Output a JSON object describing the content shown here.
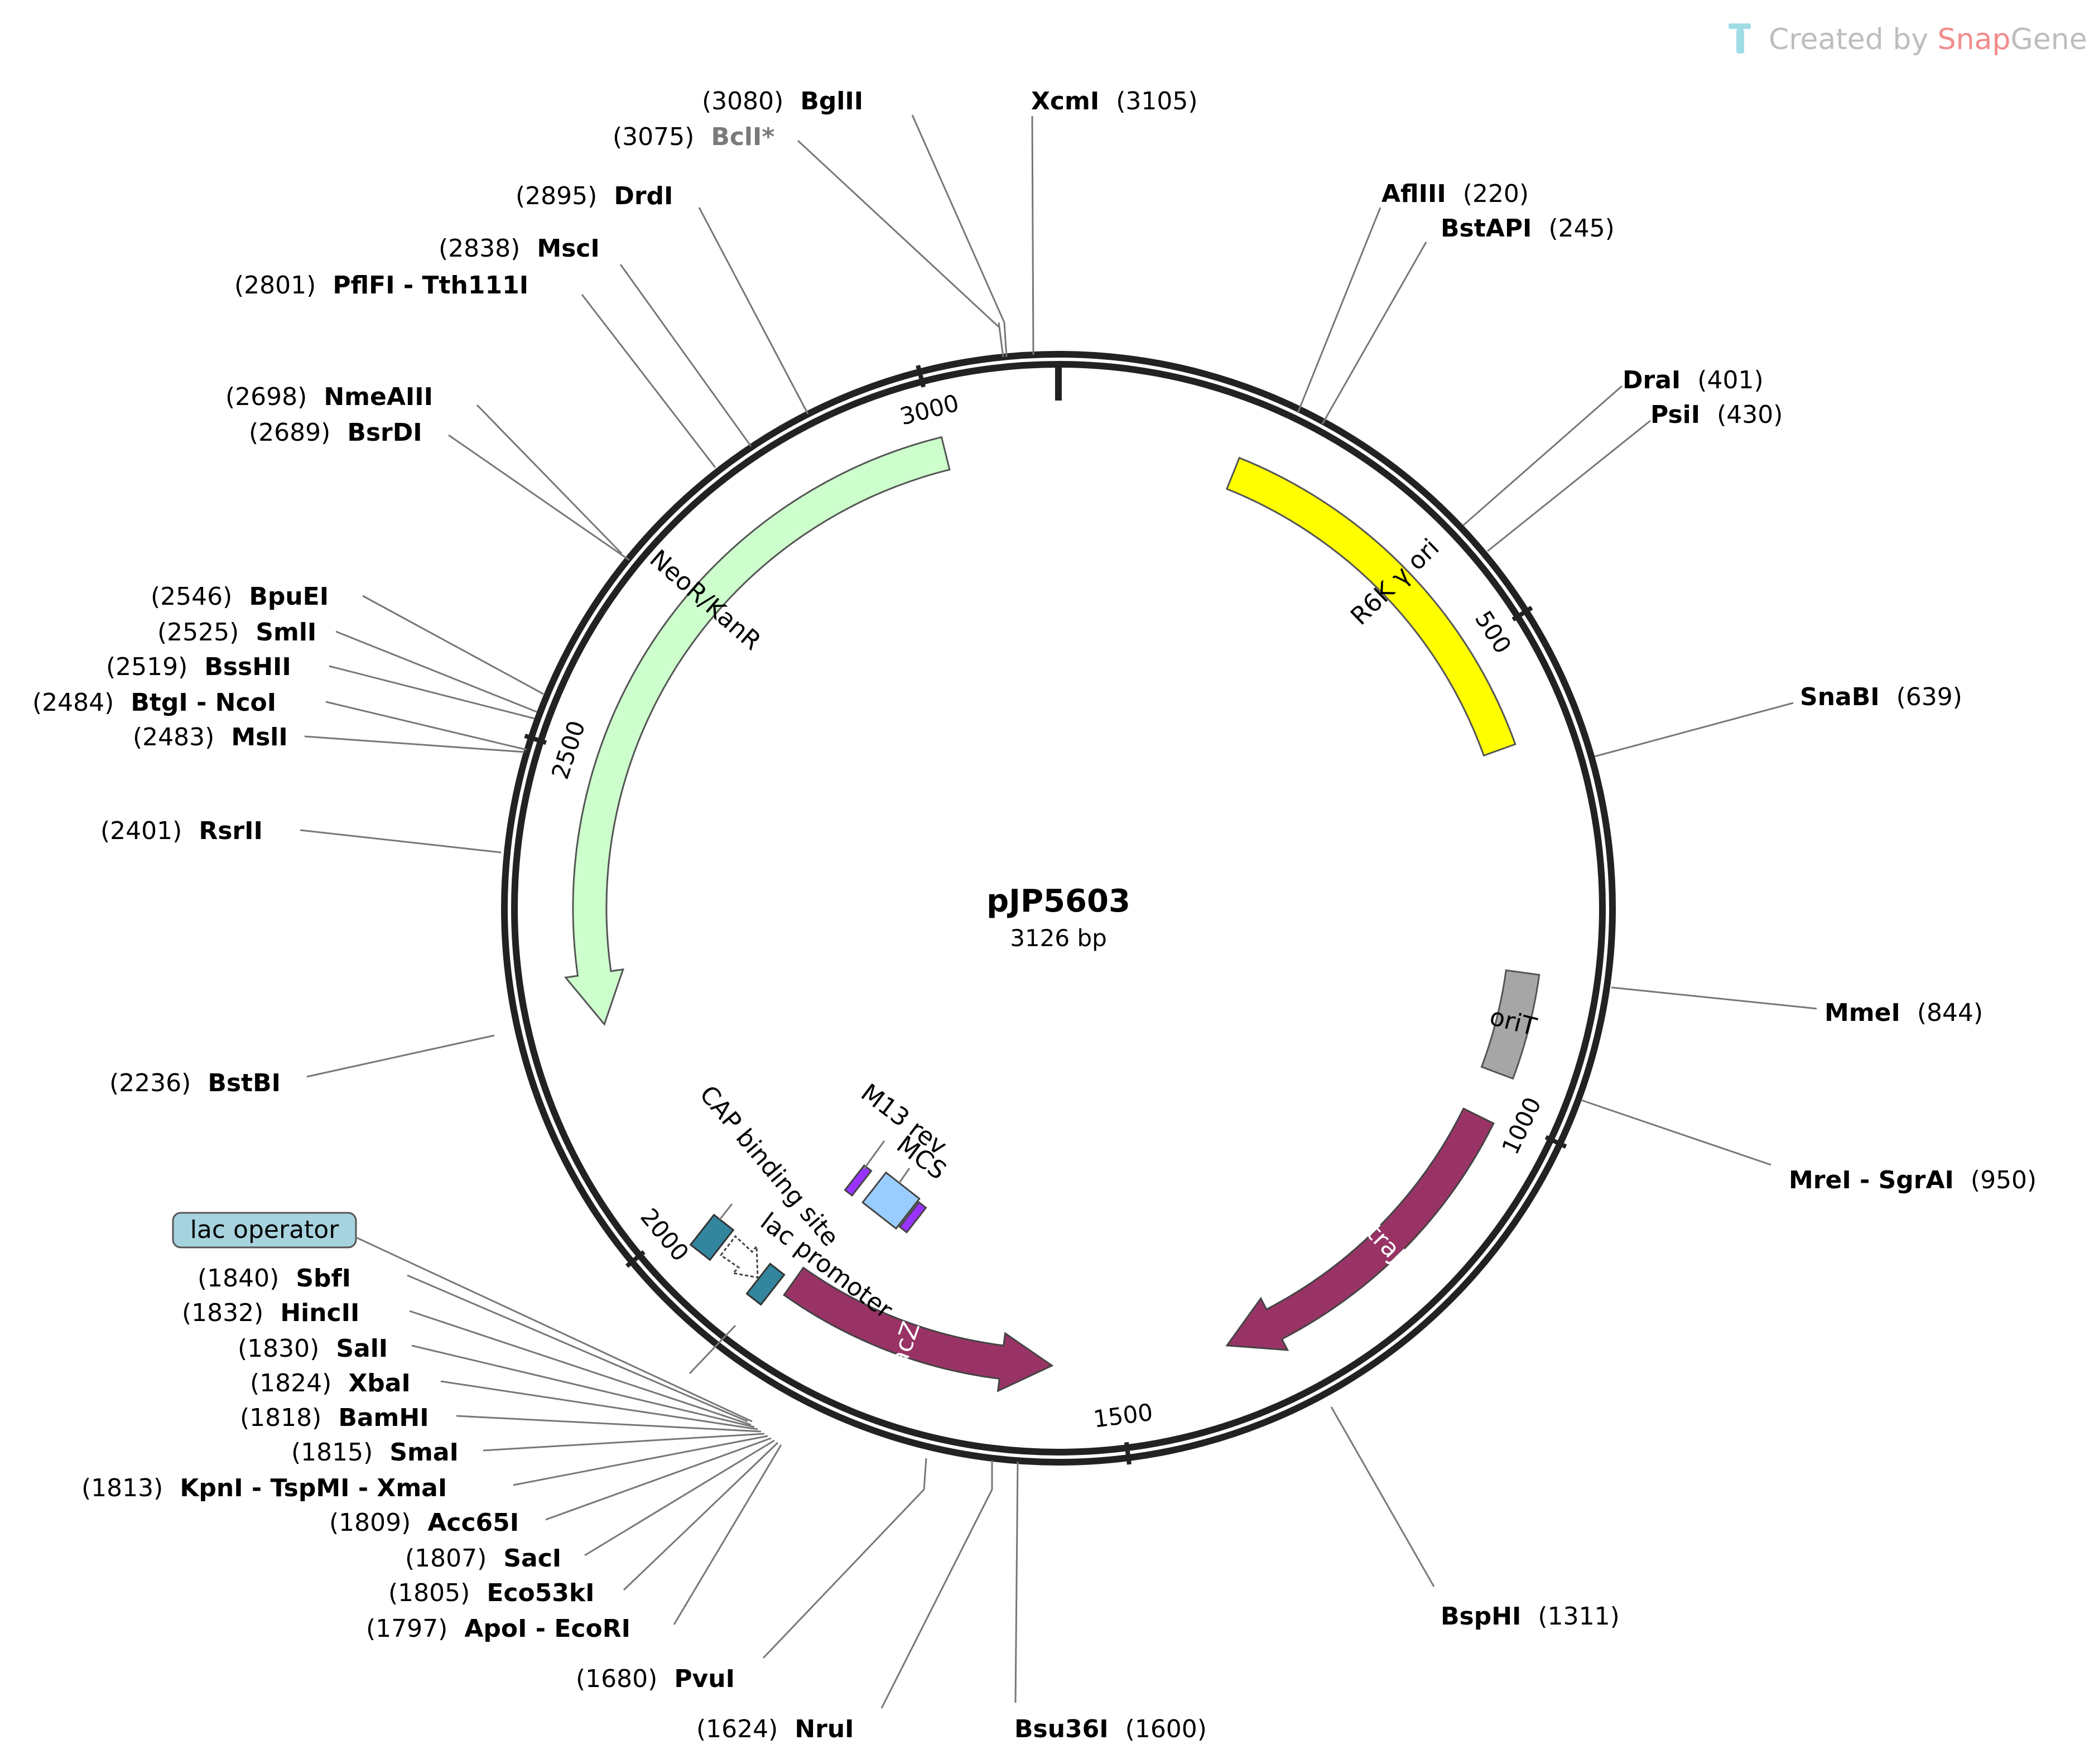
{
  "plasmid": {
    "name": "pJP5603",
    "length_label": "3126 bp",
    "length": 3126
  },
  "watermark": {
    "prefix": "Created by ",
    "brand1": "Snap",
    "brand2": "Gene"
  },
  "ticks": [
    {
      "bp": 500,
      "label": "500"
    },
    {
      "bp": 1000,
      "label": "1000"
    },
    {
      "bp": 1500,
      "label": "1500"
    },
    {
      "bp": 2000,
      "label": "2000"
    },
    {
      "bp": 2500,
      "label": "2500"
    },
    {
      "bp": 3000,
      "label": "3000"
    }
  ],
  "features": [
    {
      "name": "R6K γ ori",
      "start": 190,
      "end": 610,
      "color": "#ffff00",
      "text_color": "#000000",
      "kind": "box"
    },
    {
      "name": "oriT",
      "start": 850,
      "end": 960,
      "color": "#a6a6a6",
      "text_color": "#000000",
      "kind": "box"
    },
    {
      "name": "traJ",
      "start": 1010,
      "end": 1380,
      "color": "#993366",
      "text_color": "#ffffff",
      "kind": "arrow"
    },
    {
      "name": "NeoR/KanR",
      "start": 3005,
      "end": 2220,
      "color": "#ccffcc",
      "text_color": "#000000",
      "kind": "arrow"
    },
    {
      "name": "lacZα",
      "start": 1870,
      "end": 1570,
      "color": "#993366",
      "text_color": "#ffffff",
      "kind": "arrow"
    },
    {
      "name": "M13 rev",
      "color": "#9933ff"
    },
    {
      "name": "MCS",
      "color": "#99ccff"
    },
    {
      "name": "CAP binding site",
      "color": "#33869e"
    },
    {
      "name": "lac promoter",
      "color": "#ffffff"
    },
    {
      "name": "lac operator",
      "color": "#a6d3de"
    }
  ],
  "sites": [
    {
      "name": "BglII",
      "pos": "(3080)"
    },
    {
      "name": "BclI*",
      "pos": "(3075)",
      "grey": true
    },
    {
      "name": "XcmI",
      "pos": "(3105)"
    },
    {
      "name": "DrdI",
      "pos": "(2895)"
    },
    {
      "name": "MscI",
      "pos": "(2838)"
    },
    {
      "name": "PflFI - Tth111I",
      "pos": "(2801)"
    },
    {
      "name": "AflIII",
      "pos": "(220)"
    },
    {
      "name": "BstAPI",
      "pos": "(245)"
    },
    {
      "name": "DraI",
      "pos": "(401)"
    },
    {
      "name": "PsiI",
      "pos": "(430)"
    },
    {
      "name": "NmeAIII",
      "pos": "(2698)"
    },
    {
      "name": "BsrDI",
      "pos": "(2689)"
    },
    {
      "name": "BpuEI",
      "pos": "(2546)"
    },
    {
      "name": "SmlI",
      "pos": "(2525)"
    },
    {
      "name": "BssHII",
      "pos": "(2519)"
    },
    {
      "name": "BtgI - NcoI",
      "pos": "(2484)"
    },
    {
      "name": "MslI",
      "pos": "(2483)"
    },
    {
      "name": "SnaBI",
      "pos": "(639)"
    },
    {
      "name": "RsrII",
      "pos": "(2401)"
    },
    {
      "name": "MmeI",
      "pos": "(844)"
    },
    {
      "name": "BstBI",
      "pos": "(2236)"
    },
    {
      "name": "MreI - SgrAI",
      "pos": "(950)"
    },
    {
      "name": "SbfI",
      "pos": "(1840)"
    },
    {
      "name": "HincII",
      "pos": "(1832)"
    },
    {
      "name": "SalI",
      "pos": "(1830)"
    },
    {
      "name": "XbaI",
      "pos": "(1824)"
    },
    {
      "name": "BamHI",
      "pos": "(1818)"
    },
    {
      "name": "SmaI",
      "pos": "(1815)"
    },
    {
      "name": "KpnI - TspMI - XmaI",
      "pos": "(1813)"
    },
    {
      "name": "Acc65I",
      "pos": "(1809)"
    },
    {
      "name": "SacI",
      "pos": "(1807)"
    },
    {
      "name": "Eco53kI",
      "pos": "(1805)"
    },
    {
      "name": "ApoI - EcoRI",
      "pos": "(1797)"
    },
    {
      "name": "BspHI",
      "pos": "(1311)"
    },
    {
      "name": "PvuI",
      "pos": "(1680)"
    },
    {
      "name": "NruI",
      "pos": "(1624)"
    },
    {
      "name": "Bsu36I",
      "pos": "(1600)"
    }
  ]
}
